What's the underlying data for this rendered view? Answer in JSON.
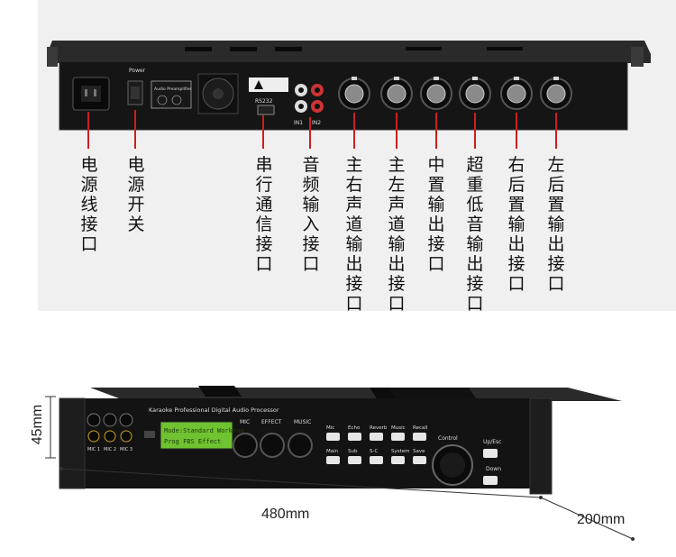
{
  "rear_panel": {
    "panel_text": {
      "power": "Power",
      "rs232": "RS232",
      "in1": "IN1",
      "in2": "IN2",
      "model_plate": "Audio Preamplifier"
    },
    "callouts": [
      {
        "id": "power-socket",
        "text": "电源线接口"
      },
      {
        "id": "power-switch",
        "text": "电源开关"
      },
      {
        "id": "serial-port",
        "text": "串行通信接口"
      },
      {
        "id": "audio-input",
        "text": "音频输入接口"
      },
      {
        "id": "main-right-out",
        "text": "主右声道输出接口"
      },
      {
        "id": "main-left-out",
        "text": "主左声道输出接口"
      },
      {
        "id": "center-out",
        "text": "中置输出接口"
      },
      {
        "id": "subwoofer-out",
        "text": "超重低音输出接口"
      },
      {
        "id": "rear-right-out",
        "text": "右后置输出接口"
      },
      {
        "id": "rear-left-out",
        "text": "左后置输出接口"
      }
    ]
  },
  "front_panel": {
    "brand_line": "Karaoke Professional Digital Audio Processor",
    "lcd_lines": [
      "Mode:Standard  Working",
      "Prog  FBS  Effect"
    ],
    "mic_labels": [
      "MIC 1",
      "MIC 2",
      "MIC 3"
    ],
    "knob_labels": [
      "MIC",
      "EFFECT",
      "MUSIC"
    ],
    "button_labels": [
      "Mic",
      "Echo",
      "Reverb",
      "Music",
      "Recall",
      "Main",
      "Sub",
      "S-C",
      "System",
      "Save"
    ],
    "control_label": "Control",
    "nav_labels": [
      "Up/Esc",
      "Down"
    ]
  },
  "dimensions": {
    "height": "45mm",
    "width": "480mm",
    "depth": "200mm"
  },
  "colors": {
    "callout_line": "#cc1f1f",
    "chassis": "#1a1a1a",
    "lcd": "#7ed321"
  }
}
